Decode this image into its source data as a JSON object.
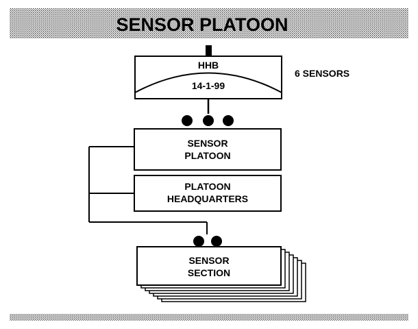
{
  "title": "SENSOR PLATOON",
  "hhb_box": {
    "line1": "HHB",
    "line2": "14-1-99"
  },
  "side_note": "6 SENSORS",
  "sensor_platoon_box": {
    "line1": "SENSOR",
    "line2": "PLATOON"
  },
  "platoon_hq_box": {
    "line1": "PLATOON",
    "line2": "HEADQUARTERS"
  },
  "sensor_section_box": {
    "line1": "SENSOR",
    "line2": "SECTION"
  }
}
